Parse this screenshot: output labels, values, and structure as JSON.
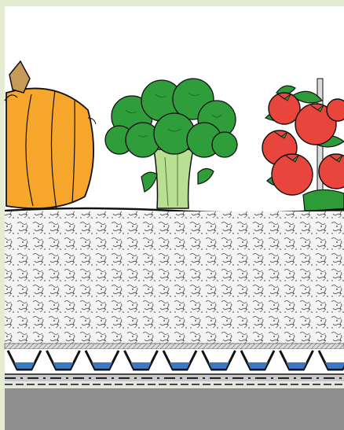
{
  "diagram": {
    "plants": [
      {
        "name": "pumpkin",
        "fill": "#f6a62a",
        "stem": "#c79a5a"
      },
      {
        "name": "broccoli",
        "fill": "#2f9e3a",
        "stalk": "#b9df93"
      },
      {
        "name": "tomato-plant",
        "fill": "#e8453c",
        "leaf": "#2e9a38"
      }
    ],
    "layers": [
      {
        "name": "growing-medium",
        "fill": "#f4f4f4",
        "texture": "#4a4a4a"
      },
      {
        "name": "filter-fabric",
        "fill": "#dcdcdc"
      },
      {
        "name": "drainage-cups",
        "fill": "#ffffff",
        "water": "#3b78c2"
      },
      {
        "name": "protection-layer",
        "fill": "#c8c8c8"
      },
      {
        "name": "roof-deck",
        "fill": "#8e8e8e"
      }
    ],
    "colors": {
      "frame": "#e4ecd2",
      "sky": "#ffffff",
      "outline": "#111111"
    }
  }
}
